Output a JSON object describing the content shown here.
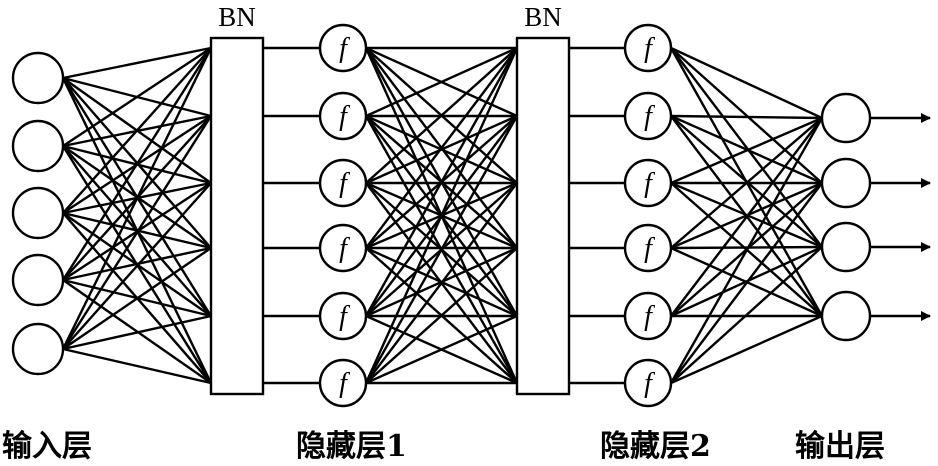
{
  "bn_label_1": "BN",
  "bn_label_2": "BN",
  "activation_symbol": "f",
  "captions": {
    "input_layer": "输入层",
    "hidden_layer_1": "隐藏层1",
    "hidden_layer_2": "隐藏层2",
    "output_layer": "输出层"
  },
  "network": {
    "input_nodes": 5,
    "hidden1_nodes": 6,
    "hidden2_nodes": 6,
    "output_nodes": 4,
    "output_arrows": 4
  }
}
